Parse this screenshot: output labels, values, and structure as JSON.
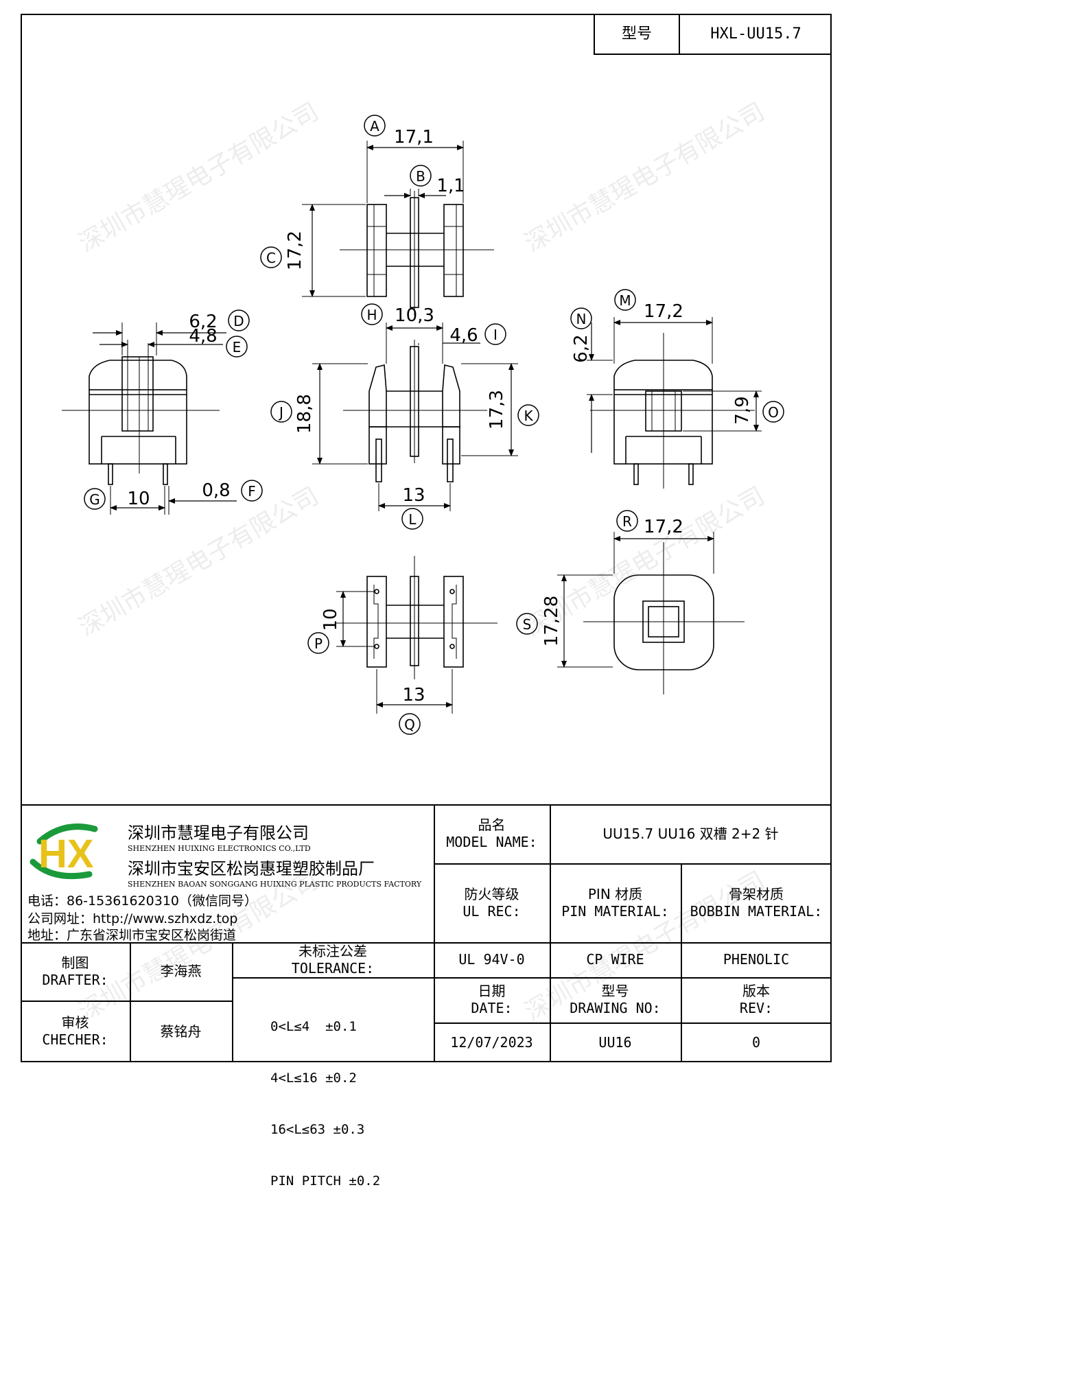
{
  "header": {
    "model_label": "型号",
    "model_value": "HXL-UU15.7"
  },
  "watermark": "深圳市慧瑆电子有限公司",
  "dimensions": {
    "A": {
      "label": "A",
      "value": "17,1"
    },
    "B": {
      "label": "B",
      "value": "1,1"
    },
    "C": {
      "label": "C",
      "value": "17,2"
    },
    "D": {
      "label": "D",
      "value": "6,2"
    },
    "E": {
      "label": "E",
      "value": "4,8"
    },
    "F": {
      "label": "F",
      "value": "0,8"
    },
    "G": {
      "label": "G",
      "value": "10"
    },
    "H": {
      "label": "H",
      "value": "10,3"
    },
    "I": {
      "label": "I",
      "value": "4,6"
    },
    "J": {
      "label": "J",
      "value": "18,8"
    },
    "K": {
      "label": "K",
      "value": "17,3"
    },
    "L": {
      "label": "L",
      "value": "13"
    },
    "M": {
      "label": "M",
      "value": "17,2"
    },
    "N": {
      "label": "N",
      "value": "6,2"
    },
    "O": {
      "label": "O",
      "value": "7,9"
    },
    "P": {
      "label": "P",
      "value": "10"
    },
    "Q": {
      "label": "Q",
      "value": "13"
    },
    "R": {
      "label": "R",
      "value": "17,2"
    },
    "S": {
      "label": "S",
      "value": "17,28"
    }
  },
  "company": {
    "logo_text": "HX",
    "name_cn": "深圳市慧瑆电子有限公司",
    "name_en": "SHENZHEN HUIXING ELECTRONICS CO.,LTD",
    "factory_cn": "深圳市宝安区松岗惠瑆塑胶制品厂",
    "factory_en": "SHENZHEN BAOAN SONGGANG HUIXING PLASTIC PRODUCTS FACTORY",
    "phone": "电话：86-15361620310（微信同号）",
    "website": "公司网址：http://www.szhxdz.top",
    "address": "地址：广东省深圳市宝安区松岗街道"
  },
  "title_block": {
    "model_name_cn": "品名",
    "model_name_en": "MODEL NAME:",
    "model_name_value": "UU15.7 UU16 双槽 2+2 针",
    "ul_cn": "防火等级",
    "ul_en": "UL REC:",
    "pin_cn": "PIN 材质",
    "pin_en": "PIN MATERIAL:",
    "bobbin_cn": "骨架材质",
    "bobbin_en": "BOBBIN MATERIAL:",
    "ul_value": "UL 94V-0",
    "pin_value": "CP WIRE",
    "bobbin_value": "PHENOLIC",
    "drafter_cn": "制图",
    "drafter_en": "DRAFTER:",
    "drafter_value": "李海燕",
    "checker_cn": "审核",
    "checker_en": "CHECHER:",
    "checker_value": "蔡铭舟",
    "tolerance_cn": "未标注公差",
    "tolerance_en": "TOLERANCE:",
    "tolerance_lines": [
      "0<L≤4  ±0.1",
      "4<L≤16 ±0.2",
      "16<L≤63 ±0.3",
      "PIN PITCH ±0.2"
    ],
    "date_cn": "日期",
    "date_en": "DATE:",
    "date_value": "12/07/2023",
    "drawing_no_cn": "型号",
    "drawing_no_en": "DRAWING NO:",
    "drawing_no_value": "UU16",
    "rev_cn": "版本",
    "rev_en": "REV:",
    "rev_value": "0"
  }
}
